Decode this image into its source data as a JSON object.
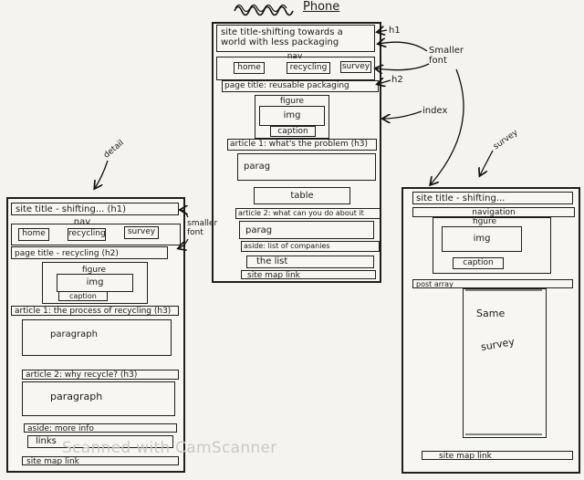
{
  "header": {
    "scribble": "(scribbled)",
    "title": "Phone"
  },
  "phone": {
    "site_title": "site title-shifting towards a world with less packaging",
    "nav_label": "nav",
    "nav_items": [
      "home",
      "recycling",
      "survey"
    ],
    "page_title": "page title: reusable packaging",
    "figure_label": "figure",
    "img_label": "img",
    "caption_label": "caption",
    "article1": "article 1: what's the problem (h3)",
    "parag1": "parag",
    "table_label": "table",
    "article2": "article 2: what can you do about it",
    "parag2": "parag",
    "aside": "aside: list of companies",
    "list_label": "the list",
    "sitemap": "site map link"
  },
  "detail": {
    "site_title": "site title - shifting... (h1)",
    "nav_label": "nav",
    "nav_items": [
      "home",
      "recycling",
      "survey"
    ],
    "page_title": "page title - recycling (h2)",
    "figure_label": "figure",
    "img_label": "img",
    "caption_label": "caption",
    "article1": "article 1: the process of recycling (h3)",
    "paragraph1": "paragraph",
    "article2": "article 2: why recycle? (h3)",
    "paragraph2": "paragraph",
    "aside": "aside: more info",
    "aside_content": "links",
    "sitemap": "site map link"
  },
  "survey": {
    "site_title": "site title - shifting...",
    "nav_label": "navigation",
    "figure_label": "figure",
    "img_label": "img",
    "caption_label": "caption",
    "post_array": "post array",
    "content_line1": "Same",
    "content_line2": "survey",
    "sitemap": "site map link"
  },
  "annotations": {
    "h1": "h1",
    "h2": "h2",
    "smaller_font": "Smaller font",
    "index": "index",
    "detail": "detail",
    "survey": "survey",
    "smaller_font_2": "smaller font"
  },
  "watermark": "Scanned with CamScanner"
}
